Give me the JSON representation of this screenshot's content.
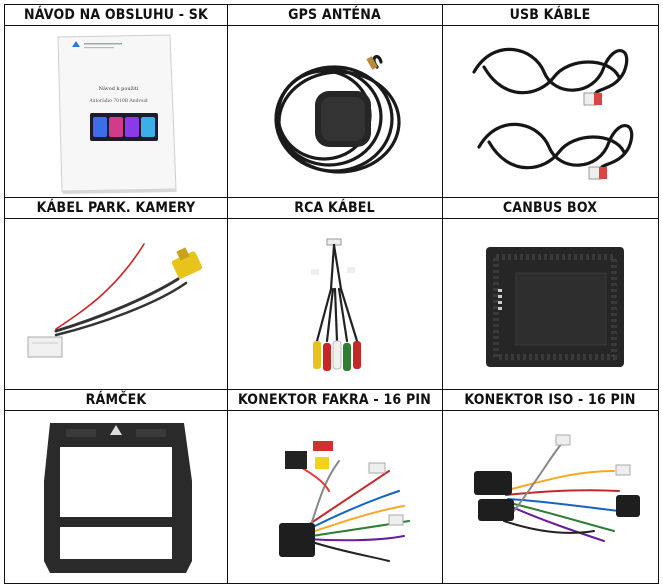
{
  "items": [
    {
      "title": "NÁVOD NA OBSLUHU - SK",
      "image": "manual-booklet"
    },
    {
      "title": "GPS ANTÉNA",
      "image": "gps-antenna"
    },
    {
      "title": "USB KÁBLE",
      "image": "usb-cables"
    },
    {
      "title": "KÁBEL PARK. KAMERY",
      "image": "parking-camera-cable"
    },
    {
      "title": "RCA KÁBEL",
      "image": "rca-cable"
    },
    {
      "title": "CANBUS BOX",
      "image": "canbus-box"
    },
    {
      "title": "RÁMČEK",
      "image": "dash-frame"
    },
    {
      "title": "KONEKTOR FAKRA - 16 PIN",
      "image": "fakra-connector-harness"
    },
    {
      "title": "KONEKTOR ISO - 16 PIN",
      "image": "iso-connector-harness"
    }
  ],
  "manual": {
    "title": "Návod k použití",
    "subtitle": "Autorádio 7010B Android"
  }
}
